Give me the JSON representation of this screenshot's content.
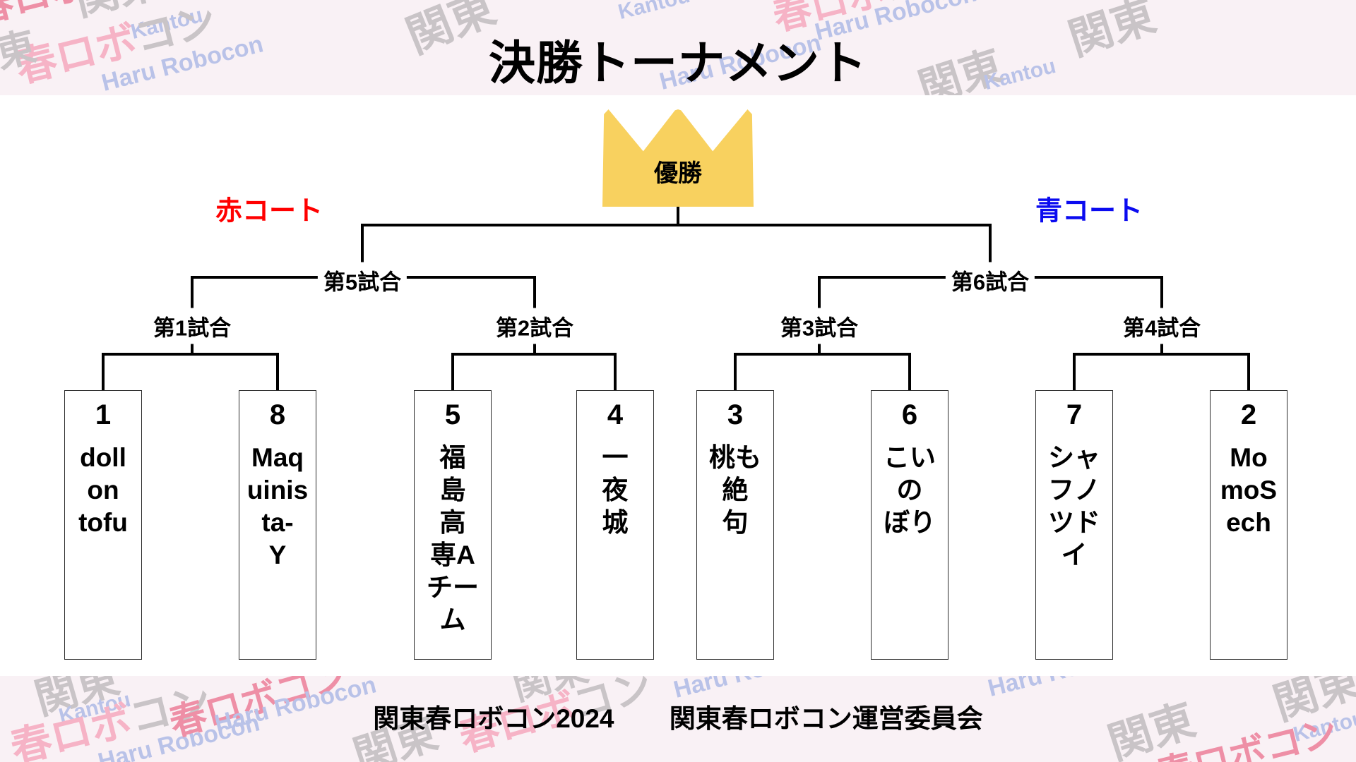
{
  "title": "決勝トーナメント",
  "champion_label": "優勝",
  "courts": {
    "red": {
      "label": "赤コート"
    },
    "blue": {
      "label": "青コート"
    }
  },
  "matches": [
    "第1試合",
    "第2試合",
    "第3試合",
    "第4試合",
    "第5試合",
    "第6試合"
  ],
  "teams": [
    {
      "seed": "1",
      "name": "doll on tofu",
      "lines": [
        "doll",
        "on",
        "tofu"
      ]
    },
    {
      "seed": "8",
      "name": "Maquinista-Y",
      "lines": [
        "Maq",
        "uinis",
        "ta-",
        "Y"
      ]
    },
    {
      "seed": "5",
      "name": "福島高専Aチーム",
      "lines": [
        "福",
        "島",
        "高",
        "専A",
        "チー",
        "ム"
      ]
    },
    {
      "seed": "4",
      "name": "一夜城",
      "lines": [
        "一",
        "夜",
        "城"
      ]
    },
    {
      "seed": "3",
      "name": "桃も絶句",
      "lines": [
        "桃も",
        "絶",
        "句"
      ]
    },
    {
      "seed": "6",
      "name": "こいのぼり",
      "lines": [
        "こい",
        "の",
        "ぼり"
      ]
    },
    {
      "seed": "7",
      "name": "シャフノツドイ",
      "lines": [
        "シャ",
        "フノ",
        "ツド",
        "イ"
      ]
    },
    {
      "seed": "2",
      "name": "MomoSech",
      "lines": [
        "Mo",
        "moS",
        "ech"
      ]
    }
  ],
  "footer": {
    "event": "関東春ロボコン2024",
    "committee": "関東春ロボコン運営委員会"
  },
  "watermarks": {
    "kantou_jp": "関東",
    "kantou_en": "Kantou",
    "haru_robo_jp": "春ロボ",
    "kon_jp": "コン",
    "haru_en": "Haru Robocon"
  },
  "colors": {
    "crown": "#F8D15F",
    "red": "#FF0000",
    "blue": "#0B0BF0",
    "line": "#000000",
    "band_bg": "#F9F1F5",
    "box_border": "#2B2B2B",
    "wm_pink": "#F6B3C6",
    "wm_deep_pink": "#EE8FA6",
    "wm_gray": "#C9C4C7",
    "wm_lavender": "#B9C2E8"
  }
}
